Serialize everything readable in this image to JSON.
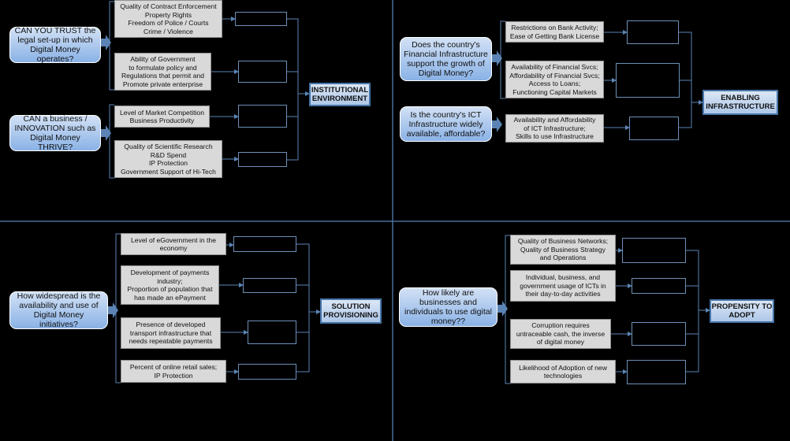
{
  "colors": {
    "background": "#000000",
    "divider": "#4a6f9a",
    "question_fill": "#9dbde8",
    "factor_fill": "#d9d9d9",
    "category_fill": "#c4d6ee"
  },
  "quadrants": {
    "institutional": {
      "questions": [
        "CAN YOU TRUST the legal set-up in which Digital Money operates?",
        "CAN a business / INNOVATION such as Digital Money THRIVE?"
      ],
      "factors": [
        "Quality of Contract Enforcement\nProperty Rights\nFreedom of Police / Courts\nCrime / Violence",
        "Ability of Government\nto formulate policy and\nRegulations that permit and\nPromote private enterprise",
        "Level of Market Competition\nBusiness Productivity",
        "Quality of Scientific Research\nR&D Spend\nIP Protection\nGovernment Support of Hi-Tech"
      ],
      "category": "INSTITUTIONAL ENVIRONMENT"
    },
    "infrastructure": {
      "questions": [
        "Does the country's Financial Infrastructure support the growth of Digital Money?",
        "Is the country's ICT Infrastructure widely available, affordable?"
      ],
      "factors": [
        "Restrictions on Bank Activity;\nEase of Getting Bank License",
        "Availability of Financial Svcs;\nAffordability of Financial Svcs;\nAccess to Loans;\nFunctioning Capital Markets",
        "Availability and Affordability\nof ICT Infrastructure;\nSkills to use Infrastructure"
      ],
      "category": "ENABLING INFRASTRUCTURE"
    },
    "solution": {
      "questions": [
        "How widespread is the availability and use of Digital Money initiatives?"
      ],
      "factors": [
        "Level of eGovernment in the\neconomy",
        "Development of payments\nindustry;\nProportion of population that\nhas made an ePayment",
        "Presence of developed\ntransport infrastructure that\nneeds repeatable payments",
        "Percent of online retail sales;\nIP Protection"
      ],
      "category": "SOLUTION PROVISIONING"
    },
    "propensity": {
      "questions": [
        "How likely are businesses and individuals to use digital money??"
      ],
      "factors": [
        "Quality of Business Networks;\nQuality of Business Strategy\nand Operations",
        "Individual, business, and\ngovernment usage of ICTs in\ntheir day-to-day activities",
        "Corruption requires\nuntraceable cash, the inverse\nof digital money",
        "Likelihood of Adoption of new\ntechnologies"
      ],
      "category": "PROPENSITY TO ADOPT"
    }
  }
}
